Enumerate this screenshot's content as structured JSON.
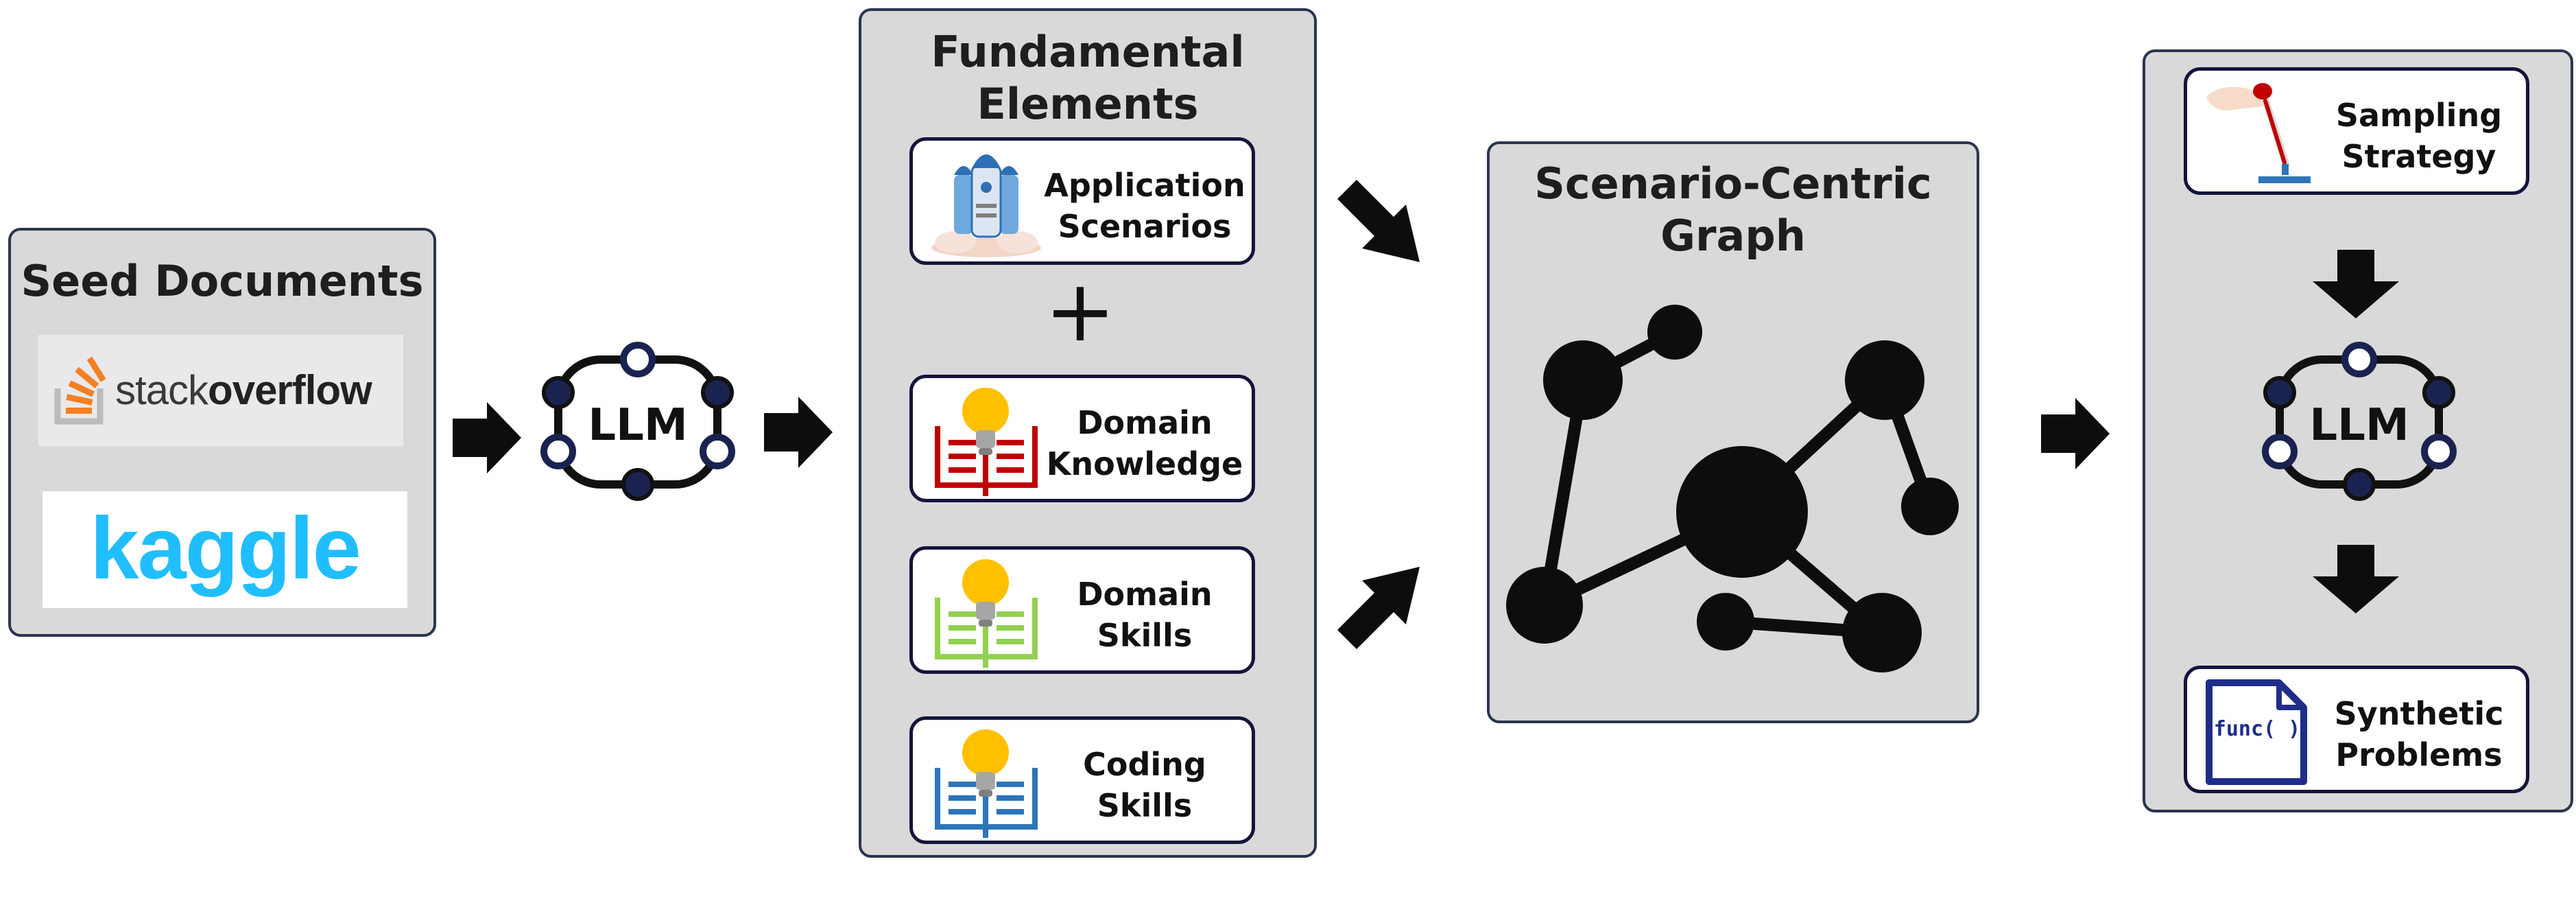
{
  "seed": {
    "title": "Seed Documents",
    "stackoverflow": {
      "prefix": "stack",
      "suffix": "overflow"
    },
    "kaggle": "kaggle"
  },
  "llm_left": {
    "label": "LLM"
  },
  "fundamental": {
    "title_line1": "Fundamental",
    "title_line2": "Elements",
    "plus": "+",
    "cards": [
      {
        "line1": "Application",
        "line2": "Scenarios",
        "icon": "rocket-icon"
      },
      {
        "line1": "Domain",
        "line2": "Knowledge",
        "icon": "lightbulb-book-icon",
        "color": "#c00000"
      },
      {
        "line1": "Domain",
        "line2": "Skills",
        "icon": "lightbulb-book-icon",
        "color": "#92d050"
      },
      {
        "line1": "Coding",
        "line2": "Skills",
        "icon": "lightbulb-book-icon",
        "color": "#2e75b6"
      }
    ]
  },
  "graph": {
    "title_line1": "Scenario-Centric",
    "title_line2": "Graph"
  },
  "synthesis": {
    "sampling": {
      "line1": "Sampling",
      "line2": "Strategy",
      "icon": "pipette-icon"
    },
    "llm": {
      "label": "LLM"
    },
    "synthetic": {
      "line1": "Synthetic",
      "line2": "Problems",
      "icon": "func-document-icon",
      "icon_text": "func( )"
    }
  },
  "colors": {
    "panel_bg": "#d9d9d9",
    "border": "#2b3550",
    "card_border": "#14143c",
    "stackoverflow_orange": "#f48024",
    "stackoverflow_gray": "#3a3a3a",
    "kaggle_blue": "#20beff",
    "llm_node_dark": "#1a2350",
    "bulb_yellow": "#ffc000"
  }
}
